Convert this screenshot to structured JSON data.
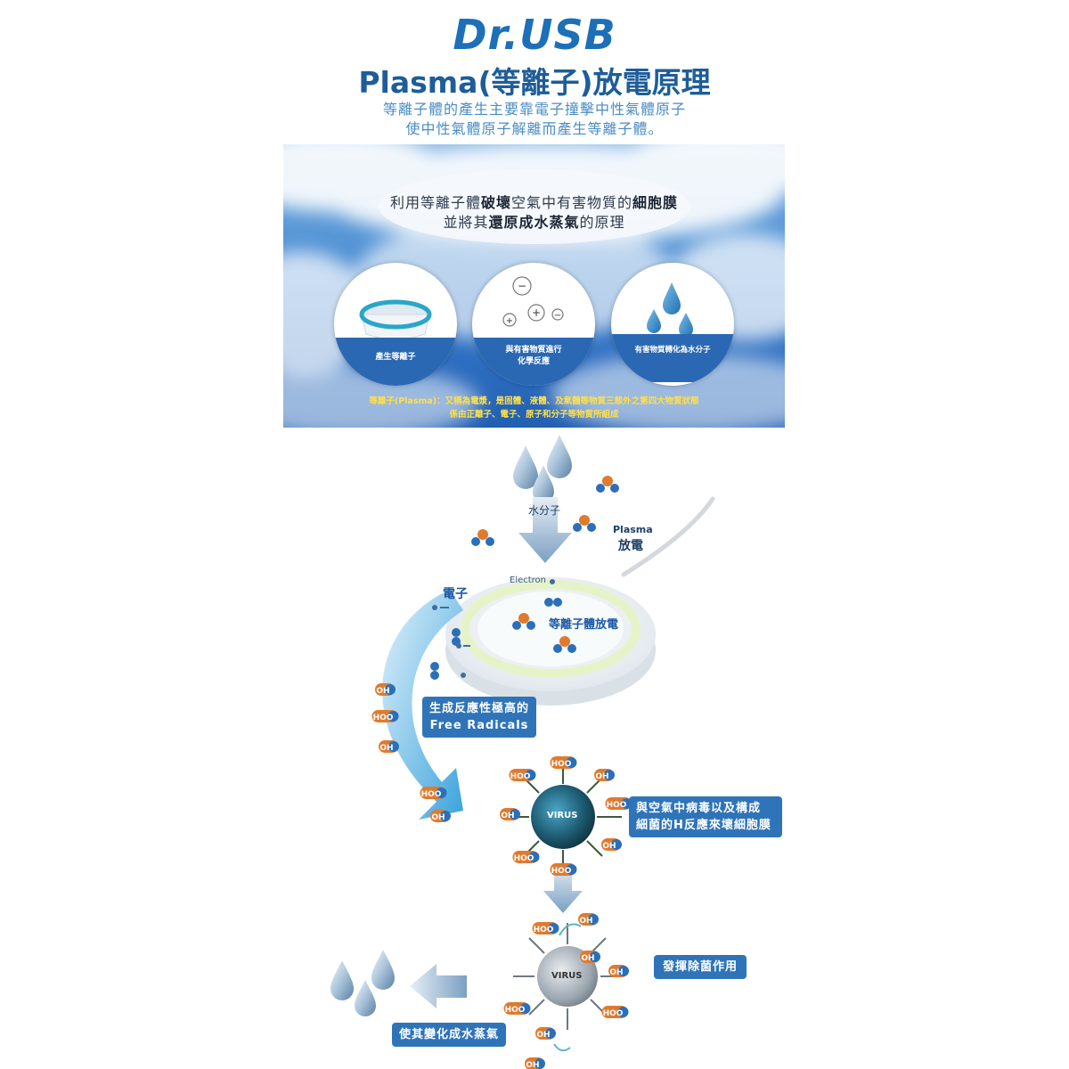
{
  "header": {
    "brand": "Dr.USB",
    "headline": "Plasma(等離子)放電原理",
    "intro_line1": "等離子體的產生主要靠電子撞擊中性氣體原子",
    "intro_line2": "使中性氣體原子解離而產生等離子體。"
  },
  "sky_panel": {
    "line1_a": "利用等離子體",
    "line1_b": "破壞",
    "line1_c": "空氣中有害物質的",
    "line1_d": "細胞膜",
    "line2_a": "並將其",
    "line2_b": "還原成水蒸氣",
    "line2_c": "的原理",
    "steps": [
      {
        "label": "產生等離子",
        "icon": "device-icon"
      },
      {
        "label": "與有害物質進行",
        "label2": "化學反應",
        "icon": "ions-icon"
      },
      {
        "label": "有害物質轉化為水分子",
        "icon": "droplets-icon"
      }
    ],
    "ion_signs": [
      "−",
      "+",
      "+",
      "−"
    ],
    "footnote_line1": "等離子(Plasma)：又稱為電漿，是固體、液體、及氣體等物質三態外之第四大物質狀態",
    "footnote_line2": "係由正離子、電子、原子和分子等物質所組成"
  },
  "diagram": {
    "water_molecule": "水分子",
    "plasma_en": "Plasma",
    "plasma_zh": "放電",
    "electron_en": "Electron",
    "electron_zh": "電子",
    "plasma_discharge": "等離子體放電",
    "free_radicals_line1": "生成反應性極高的",
    "free_radicals_line2": "Free Radicals",
    "virus_label": "VIRUS",
    "reaction_line1": "與空氣中病毒以及構成",
    "reaction_line2": "細菌的H反應來壞細胞膜",
    "sterilize": "發揮除菌作用",
    "to_vapor": "使其變化成水蒸氣",
    "radicals": [
      "OH",
      "HOO",
      "OH",
      "HOO",
      "OH",
      "HOO",
      "OH",
      "HOO",
      "OH",
      "HOO",
      "OH",
      "HOO",
      "HOO",
      "OH",
      "HOO",
      "OH",
      "OH",
      "HOO",
      "OH",
      "HOO",
      "OH"
    ],
    "atom_o": "O",
    "atom_h": "H"
  },
  "colors": {
    "brand": "#1d6fb8",
    "pill": "#2f74b9",
    "footnote": "#ffe04a",
    "oxygen": "#e07a2e",
    "hydrogen": "#2c6fb8",
    "arrow": "#6fa7d6"
  }
}
